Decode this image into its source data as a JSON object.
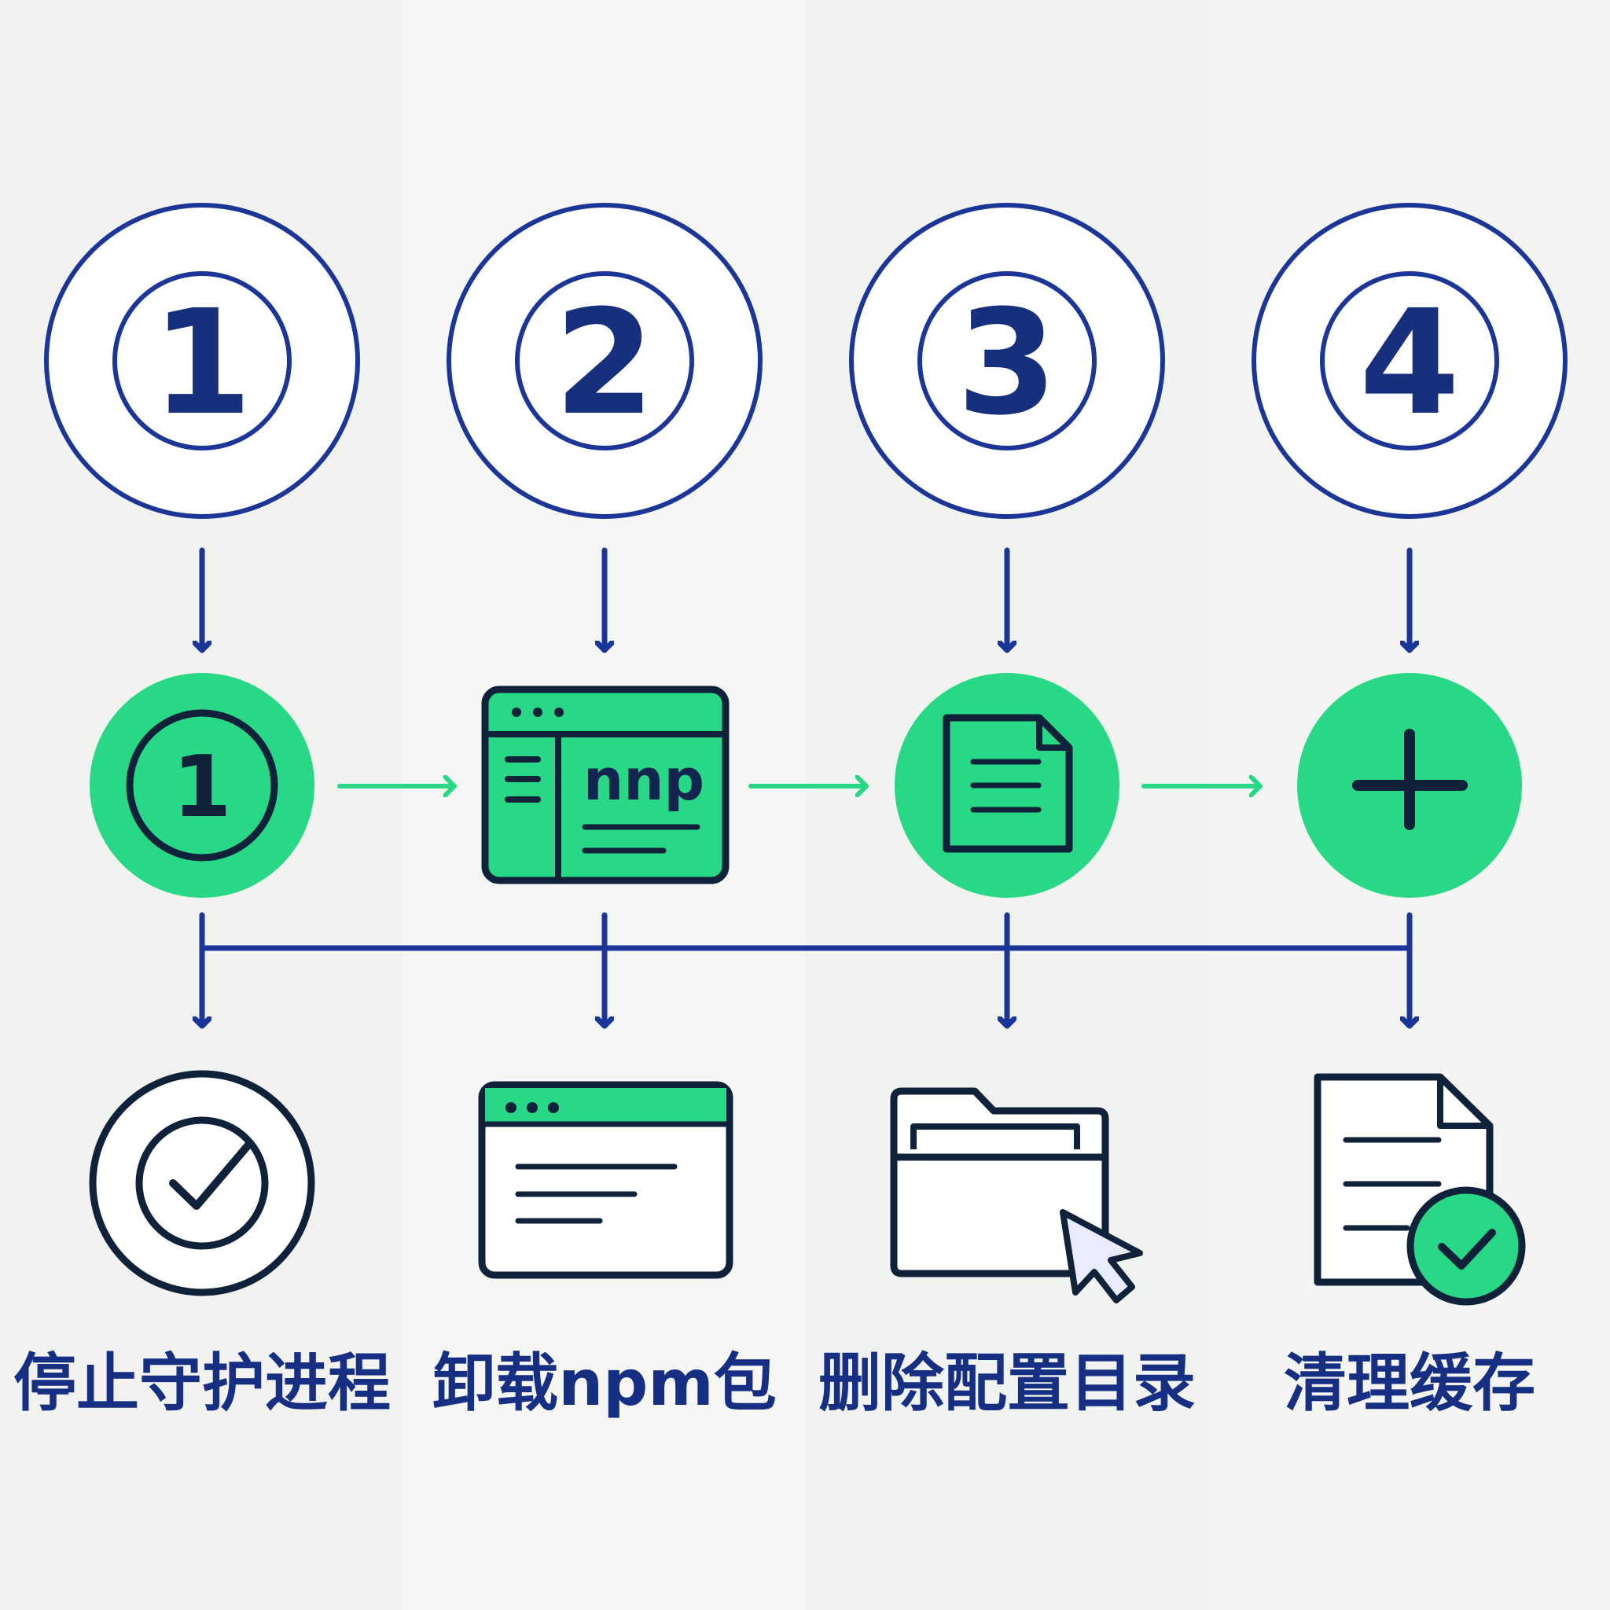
{
  "diagram": {
    "steps": [
      {
        "number": "1",
        "label": "停止守护进程"
      },
      {
        "number": "2",
        "label": "卸载npm包"
      },
      {
        "number": "3",
        "label": "删除配置目录"
      },
      {
        "number": "4",
        "label": "清理缓存"
      }
    ],
    "green_row": {
      "first_number": "1",
      "window_text": "nnp"
    }
  },
  "colors": {
    "navy": "#1b3696",
    "dark_navy": "#10213a",
    "green": "#29d886",
    "background": "#f3f4f2"
  },
  "icons": [
    "circle-number-1",
    "circle-number-2",
    "circle-number-3",
    "circle-number-4",
    "green-number-one-icon",
    "terminal-window-icon",
    "document-icon",
    "plus-icon",
    "checkmark-circle-icon",
    "browser-window-icon",
    "folder-cursor-icon",
    "document-check-icon"
  ]
}
